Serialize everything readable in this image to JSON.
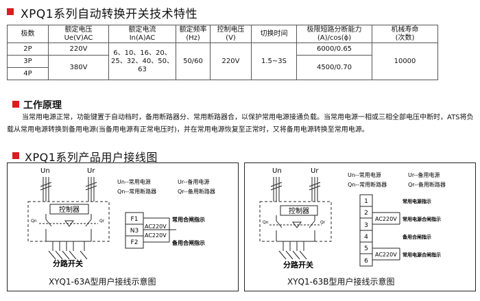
{
  "section1": {
    "title": "XPQ1系列自动转换开关技术特性"
  },
  "table": {
    "headers": [
      "极数",
      "额定电压\nUe(V)AC",
      "额定电流\nIn(A)AC",
      "额定频率\n(Hz)",
      "控制电压\n(V)",
      "切换时间",
      "极限短路分断能力\n(A)/cos(ϕ)",
      "机械寿命\n(次数)"
    ],
    "poles": [
      "2P",
      "3P",
      "4P"
    ],
    "voltage_2p": "220V",
    "voltage_34p": "380V",
    "current": "6、10、16、20、\n25、32、40、50、\n63",
    "frequency": "50/60",
    "control_voltage": "220V",
    "switch_time": "1.5~3S",
    "breaking_2p": "6000/0.65",
    "breaking_34p": "4500/0.70",
    "life": "10000"
  },
  "section2": {
    "title": "工作原理",
    "paragraph": "当常用电源正常，功能键置于自动档时，备用断路器分、常用断路器合，以保护常用电源接通负载。当常用电源一相或三相全部电压中断时，ATS将负载从常用电源转换到备用电源(当备用电源有正常电压时)，并在常用电源恢复至正常时，又将备用电源转换至常用电源。"
  },
  "section3": {
    "title": "XPQ1系列产品用户接线图"
  },
  "diagramA": {
    "un": "Un",
    "ur": "Ur",
    "legend_un": "Un--常用电源",
    "legend_ur": "Ur--备用电源",
    "legend_qn": "Qn--常用断路器",
    "legend_qr": "Qr--备用断路器",
    "controller": "控制器",
    "qn": "Qn",
    "qr": "Qr",
    "branch": "分路开关",
    "t1": "F1",
    "t2": "N3",
    "t3": "F2",
    "ac1": "AC220V",
    "ac2": "AC220V",
    "ind1": "常用合闸指示",
    "ind2": "备用合闸指示",
    "caption": "XYQ1-63A型用户接线示意图"
  },
  "diagramB": {
    "un": "Un",
    "ur": "Ur",
    "legend_un": "Un--常用电源",
    "legend_ur": "Ur--备用电源",
    "legend_qn": "Qn--常用断路器",
    "legend_qr": "Qr--备用断路器",
    "controller": "控制器",
    "qn": "Qn",
    "qr": "Qr",
    "branch": "分路开关",
    "terminals": [
      "1",
      "2",
      "3",
      "4",
      "5",
      "6"
    ],
    "ac1": "AC220V",
    "ac2": "AC220V",
    "ind1": "常用电源指示",
    "ind2": "常用电源合闸指示",
    "ind3": "备用合闸指示",
    "ind4": "常用电源合闸指示",
    "caption": "XYQ1-63B型用户接线示意图"
  },
  "colors": {
    "accent": "#d81e1e",
    "line": "#222222"
  }
}
